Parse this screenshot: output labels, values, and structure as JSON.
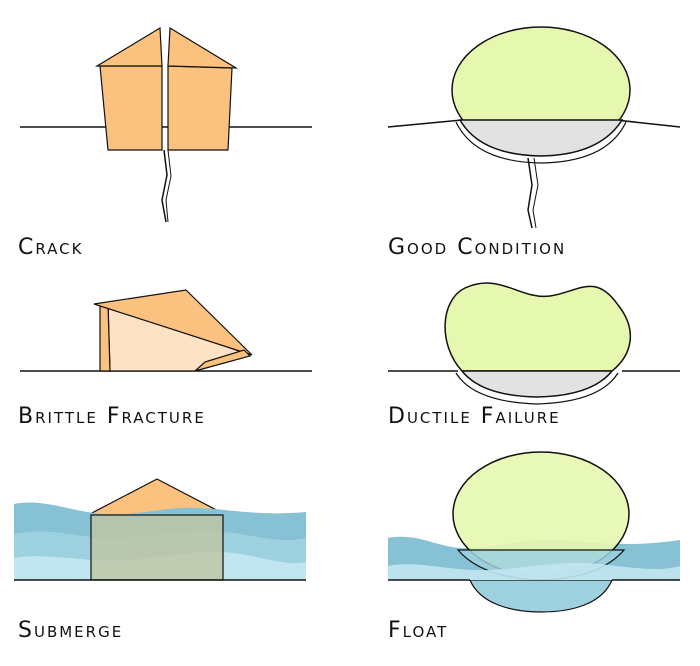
{
  "labels": {
    "crack": "Crack",
    "good_condition": "Good Condition",
    "brittle_fracture": "Brittle Fracture",
    "ductile_failure": "Ductile Failure",
    "submerge": "Submerge",
    "float": "Float"
  },
  "colors": {
    "house_orange": "#fbc17e",
    "house_light": "#fde3c4",
    "blob_green": "#e6f7b0",
    "foundation_gray": "#e2e2e2",
    "water_light": "#c2e6f0",
    "water_mid": "#9dd1df",
    "water_dark": "#86c1d4",
    "submerged_house": "#c0c5a3",
    "line": "#111111"
  }
}
